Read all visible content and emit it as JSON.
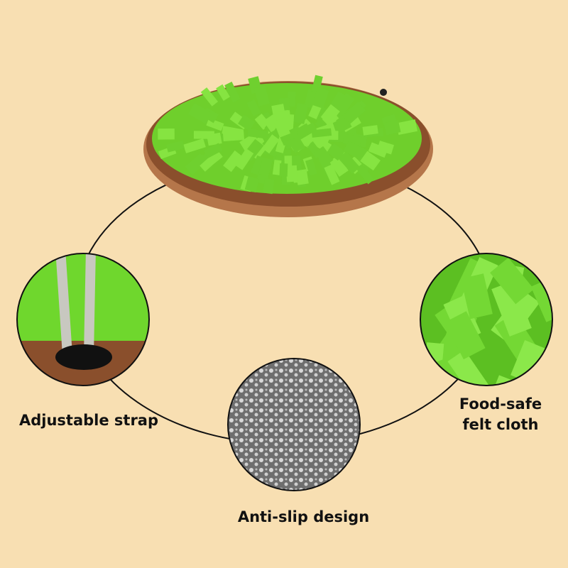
{
  "features": [
    {
      "label": "Adjustable strap"
    },
    {
      "label_line1": "Food-safe",
      "label_line2": "felt cloth"
    },
    {
      "label": "Anti-slip design"
    }
  ],
  "colors": {
    "background": "#f8dfb2",
    "felt_green": "#7fe03a",
    "rim_brown": "#9a5a32",
    "mat_gray": "#8f8f8f"
  }
}
